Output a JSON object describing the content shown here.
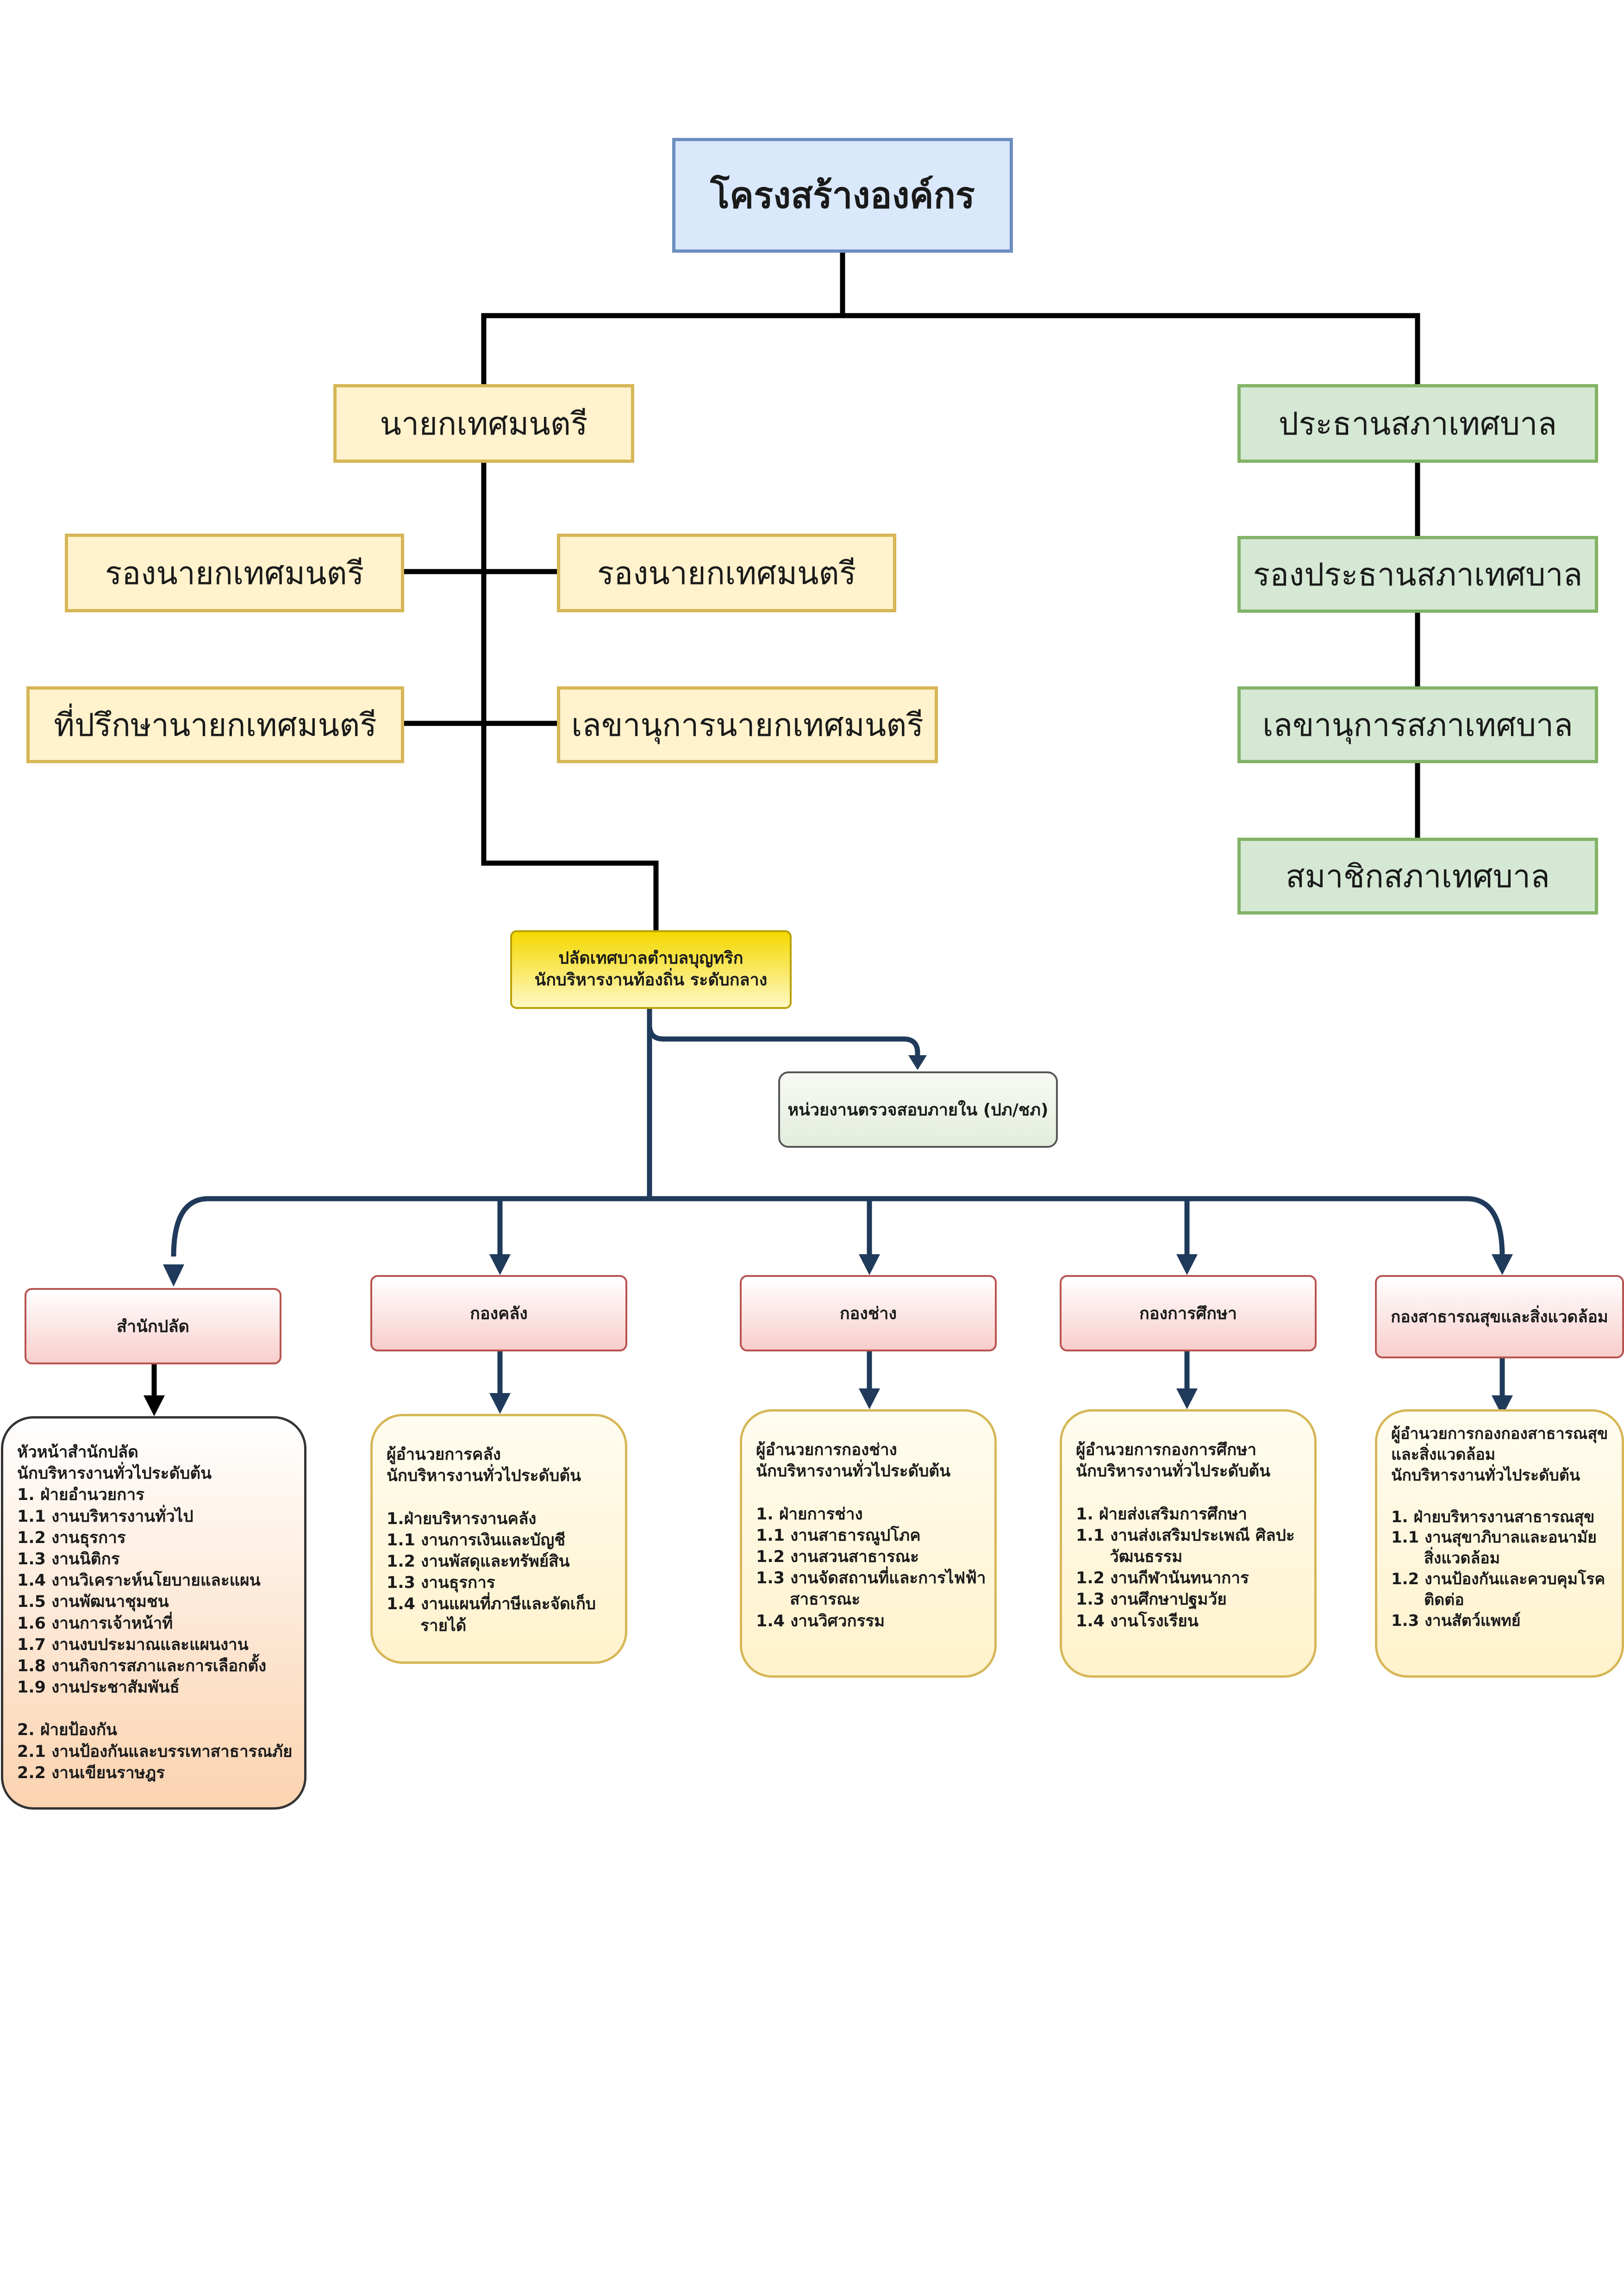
{
  "title": "โครงสร้างองค์กร",
  "mayor_side": {
    "mayor": "นายกเทศมนตรี",
    "deputy_left": "รองนายกเทศมนตรี",
    "deputy_right": "รองนายกเทศมนตรี",
    "advisor": "ที่ปรึกษานายกเทศมนตรี",
    "secretary": "เลขานุการนายกเทศมนตรี"
  },
  "council_side": {
    "president": "ประธานสภาเทศบาล",
    "vice_president": "รองประธานสภาเทศบาล",
    "secretary": "เลขานุการสภาเทศบาล",
    "members": "สมาชิกสภาเทศบาล"
  },
  "clerk": {
    "line1": "ปลัดเทศบาลตำบลบุญทริก",
    "line2": "นักบริหารงานท้องถิ่น ระดับกลาง"
  },
  "audit_unit": "หน่วยงานตรวจสอบภายใน (ปภ/ชภ)",
  "departments": [
    {
      "name": "สำนักปลัด",
      "details": [
        "หัวหน้าสำนักปลัด",
        "นักบริหารงานทั่วไประดับต้น",
        "1. ฝ่ายอำนวยการ",
        "1.1 งานบริหารงานทั่วไป",
        "1.2 งานธุรการ",
        "1.3 งานนิติกร",
        "1.4 งานวิเคราะห์นโยบายและแผน",
        "1.5 งานพัฒนาชุมชน",
        "1.6 งานการเจ้าหน้าที่",
        "1.7 งานงบประมาณและแผนงาน",
        "1.8 งานกิจการสภาและการเลือกตั้ง",
        "1.9 งานประชาสัมพันธ์",
        "",
        "2. ฝ่ายป้องกัน",
        "2.1 งานป้องกันและบรรเทาสาธารณภัย",
        "2.2 งานเขียนราษฎร"
      ]
    },
    {
      "name": "กองคลัง",
      "details": [
        "ผู้อำนวยการคลัง",
        "นักบริหารงานทั่วไประดับต้น",
        "",
        "1.ฝ่ายบริหารงานคลัง",
        "1.1 งานการเงินและบัญชี",
        "1.2 งานพัสดุและทรัพย์สิน",
        "1.3 งานธุรการ",
        "1.4 งานแผนที่ภาษีและจัดเก็บ",
        "      รายได้"
      ]
    },
    {
      "name": "กองช่าง",
      "details": [
        "ผู้อำนวยการกองช่าง",
        "นักบริหารงานทั่วไประดับต้น",
        "",
        "1. ฝ่ายการช่าง",
        "1.1 งานสาธารณูปโภค",
        "1.2 งานสวนสาธารณะ",
        "1.3 งานจัดสถานที่และการไฟฟ้า",
        "      สาธารณะ",
        "1.4 งานวิศวกรรม"
      ]
    },
    {
      "name": "กองการศึกษา",
      "details": [
        "ผู้อำนวยการกองการศึกษา",
        "นักบริหารงานทั่วไประดับต้น",
        "",
        "1. ฝ่ายส่งเสริมการศึกษา",
        "1.1 งานส่งเสริมประเพณี ศิลปะ",
        "      วัฒนธรรม",
        "1.2 งานกีฬานันทนาการ",
        "1.3 งานศึกษาปฐมวัย",
        "1.4 งานโรงเรียน"
      ]
    },
    {
      "name": "กองสาธารณสุขและสิ่งแวดล้อม",
      "details": [
        "ผู้อำนวยการกองกองสาธารณสุข",
        "และสิ่งแวดล้อม",
        "นักบริหารงานทั่วไประดับต้น",
        "",
        "1. ฝ่ายบริหารงานสาธารณสุข",
        "1.1 งานสุขาภิบาลและอนามัย",
        "      สิ่งแวดล้อม",
        "1.2 งานป้องกันและควบคุมโรค",
        "      ติดต่อ",
        "1.3 งานสัตว์แพทย์"
      ]
    }
  ],
  "colors": {
    "connector": "#000000",
    "connector_blue": "#1f3a5a"
  }
}
